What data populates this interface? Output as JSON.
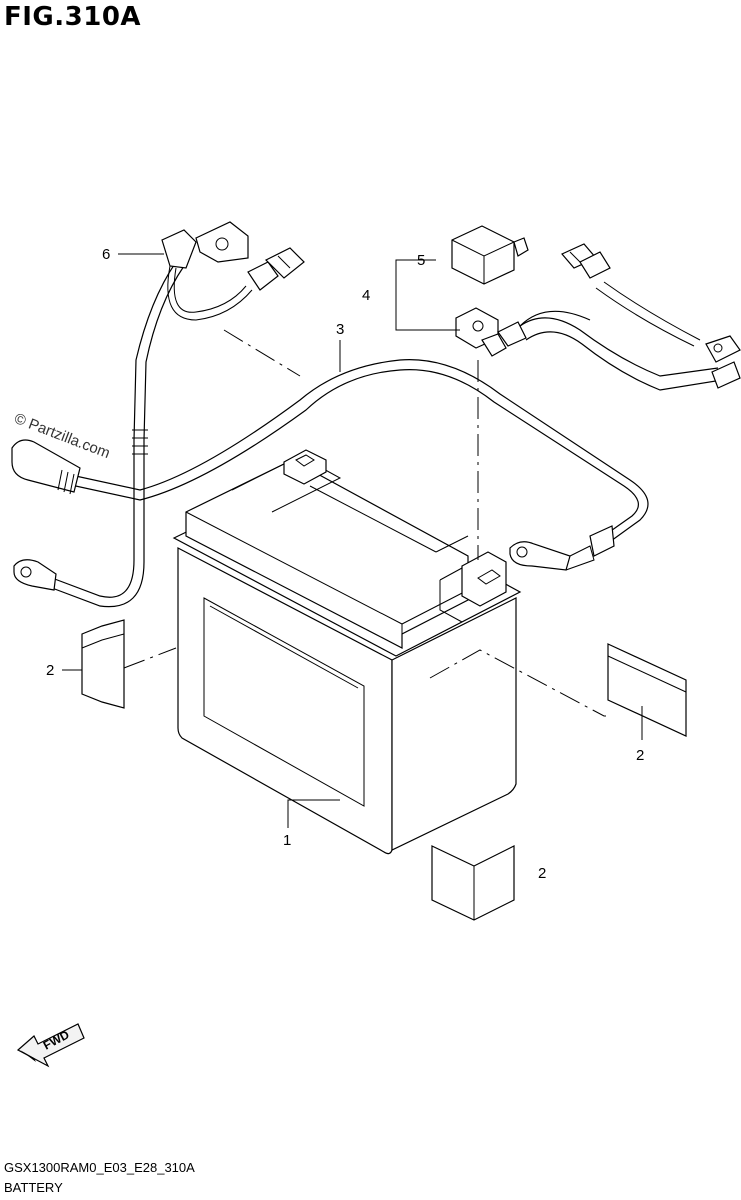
{
  "figure": {
    "title": "FIG.310A",
    "code": "GSX1300RAM0_E03_E28_310A",
    "caption": "BATTERY",
    "watermark": "© Partzilla.com"
  },
  "callouts": {
    "c1": "1",
    "c2a": "2",
    "c2b": "2",
    "c2c": "2",
    "c3": "3",
    "c4": "4",
    "c5": "5",
    "c6": "6"
  },
  "fwd_label": "FWD"
}
